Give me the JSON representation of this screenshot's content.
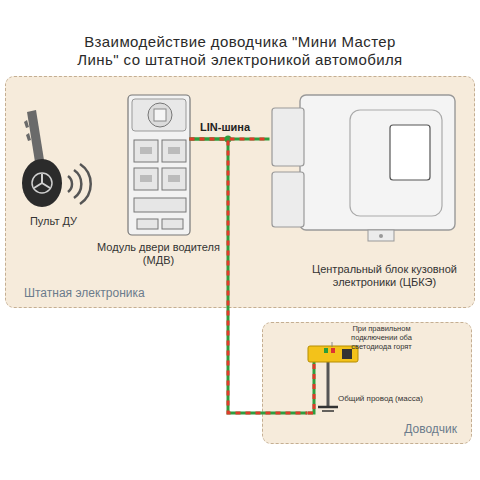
{
  "diagram": {
    "title": "Взаимодействие доводчика \"Мини Мастер Линь\" со штатной электроникой автомобиля",
    "nodes": [
      {
        "text": [
          "Штатная электроника"
        ]
      },
      {
        "text": [
          "Пульт ДУ"
        ],
        "in": 0
      },
      {
        "text": [
          "Модуль двери водителя (МДВ)"
        ],
        "in": 0
      },
      {
        "text": [
          "Центральный блок кузовной электроники (ЦБКЭ)"
        ],
        "in": 0
      },
      {
        "text": [
          "Доводчик"
        ]
      },
      {
        "text": [
          "При правильном подключении оба светодиода горят"
        ],
        "in": 4
      }
    ],
    "edges": [
      {
        "from": 2,
        "to": 3,
        "label": "LIN-шина",
        "arrow": "none"
      },
      {
        "from": 2,
        "to": 5,
        "arrow": "none"
      }
    ],
    "labels": [
      "Общий провод (масса)"
    ]
  }
}
